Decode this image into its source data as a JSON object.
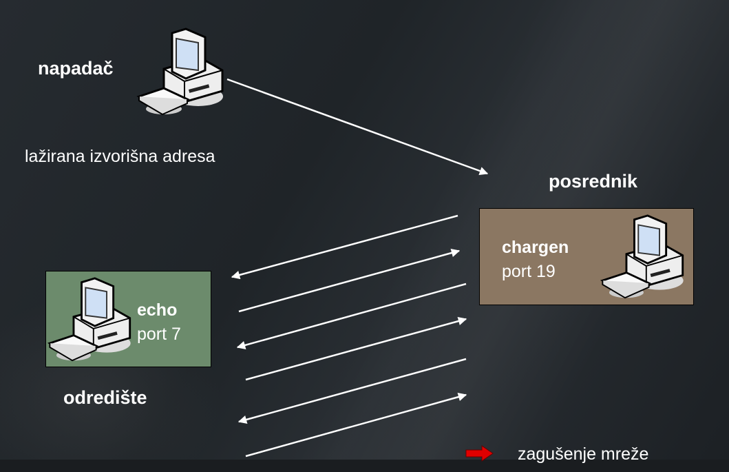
{
  "labels": {
    "attacker": "napadač",
    "spoofed_address": "lažirana izvorišna adresa",
    "intermediary": "posrednik",
    "destination": "odredište"
  },
  "intermediary_box": {
    "service": "chargen",
    "port": "port 19",
    "color": "#8b7762"
  },
  "destination_box": {
    "service": "echo",
    "port": "port 7",
    "color": "#6c8b6c"
  },
  "legend": {
    "label": "zagušenje mreže",
    "color": "#e00000"
  }
}
